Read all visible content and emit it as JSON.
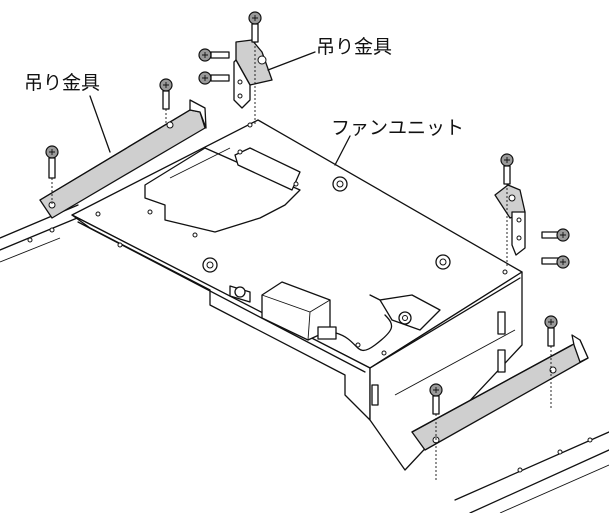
{
  "labels": {
    "bracket_left": "吊り金具",
    "bracket_top": "吊り金具",
    "fan_unit": "ファンユニット"
  }
}
